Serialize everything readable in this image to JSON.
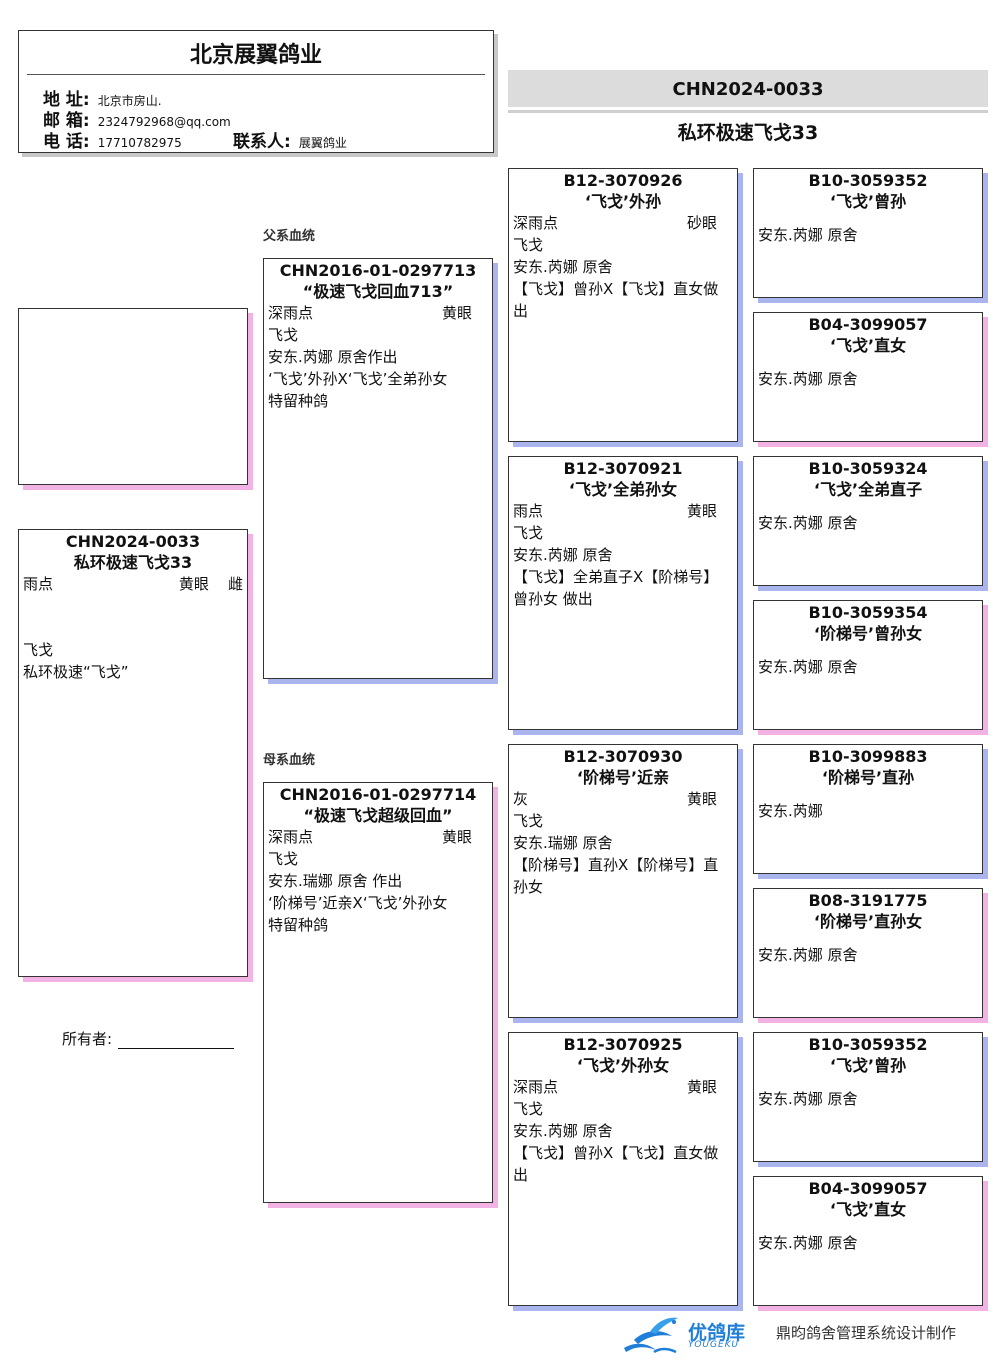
{
  "loft": {
    "name": "北京展翼鸽业",
    "address_label": "地 址:",
    "address": "北京市房山.",
    "email_label": "邮 箱:",
    "email": "2324792968@qq.com",
    "phone_label": "电 话:",
    "phone": "17710782975",
    "contact_label": "联系人:",
    "contact": "展翼鸽业"
  },
  "subject": {
    "ring": "CHN2024-0033",
    "name": "私环极速飞戈33",
    "color": "雨点",
    "eye": "黄眼",
    "sex": "雌",
    "line": "飞戈",
    "note": "私环极速“飞戈”"
  },
  "labels": {
    "sire_line": "父系血统",
    "dam_line": "母系血统",
    "owner": "所有者:"
  },
  "sire": {
    "ring": "CHN2016-01-0297713",
    "name": "“极速飞戈回血713”",
    "color": "深雨点",
    "eye": "黄眼",
    "lines": [
      "飞戈",
      "安东.芮娜 原舍作出",
      "‘飞戈’外孙X‘飞戈’全弟孙女",
      "特留种鸽"
    ]
  },
  "dam": {
    "ring": "CHN2016-01-0297714",
    "name": "“极速飞戈超级回血”",
    "color": "深雨点",
    "eye": "黄眼",
    "lines": [
      "飞戈",
      "安东.瑞娜 原舍 作出",
      "‘阶梯号’近亲X‘飞戈’外孙女",
      "特留种鸽"
    ]
  },
  "gp": [
    {
      "ring": "B12-3070926",
      "name": "‘飞戈’外孙",
      "color": "深雨点",
      "eye": "砂眼",
      "lines": [
        "飞戈",
        "安东.芮娜 原舍",
        "【飞戈】曾孙X【飞戈】直女做出"
      ]
    },
    {
      "ring": "B12-3070921",
      "name": "‘飞戈’全弟孙女",
      "color": "雨点",
      "eye": "黄眼",
      "lines": [
        "飞戈",
        "安东.芮娜 原舍",
        "【飞戈】全弟直子X【阶梯号】曾孙女 做出"
      ]
    },
    {
      "ring": "B12-3070930",
      "name": "‘阶梯号’近亲",
      "color": "灰",
      "eye": "黄眼",
      "lines": [
        "飞戈",
        "安东.瑞娜 原舍",
        "【阶梯号】直孙X【阶梯号】直孙女"
      ]
    },
    {
      "ring": "B12-3070925",
      "name": "‘飞戈’外孙女",
      "color": "深雨点",
      "eye": "黄眼",
      "lines": [
        "飞戈",
        "安东.芮娜 原舍",
        "【飞戈】曾孙X【飞戈】直女做出"
      ]
    }
  ],
  "ggp": [
    {
      "ring": "B10-3059352",
      "name": "‘飞戈’曾孙",
      "line": "安东.芮娜 原舍"
    },
    {
      "ring": "B04-3099057",
      "name": "‘飞戈’直女",
      "line": "安东.芮娜 原舍"
    },
    {
      "ring": "B10-3059324",
      "name": "‘飞戈’全弟直子",
      "line": "安东.芮娜 原舍"
    },
    {
      "ring": "B10-3059354",
      "name": "‘阶梯号’曾孙女",
      "line": "安东.芮娜 原舍"
    },
    {
      "ring": "B10-3099883",
      "name": "‘阶梯号’直孙",
      "line": "安东.芮娜"
    },
    {
      "ring": "B08-3191775",
      "name": "‘阶梯号’直孙女",
      "line": "安东.芮娜 原舍"
    },
    {
      "ring": "B10-3059352",
      "name": "‘飞戈’曾孙",
      "line": "安东.芮娜 原舍"
    },
    {
      "ring": "B04-3099057",
      "name": "‘飞戈’直女",
      "line": "安东.芮娜 原舍"
    }
  ],
  "footer": {
    "brand": "优鸽库",
    "brand_sub": "YOUGEKU",
    "tagline": "鼎昀鸽舍管理系统设计制作",
    "logo_icon": "wave-bird-logo",
    "accent": "#1f7ed8"
  }
}
